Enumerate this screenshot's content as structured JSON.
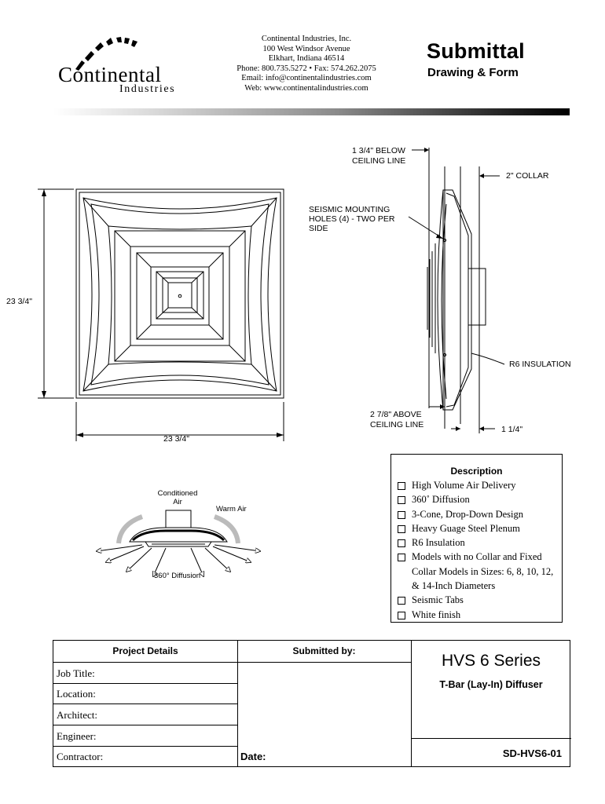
{
  "header": {
    "logo": {
      "name": "Continental",
      "sub": "Industries"
    },
    "company": {
      "name": "Continental Industries, Inc.",
      "street": "100 West Windsor Avenue",
      "city": "Elkhart, Indiana 46514",
      "phone_fax": "Phone: 800.735.5272 • Fax: 574.262.2075",
      "email": "Email: info@continentalindustries.com",
      "web": "Web: www.continentalindustries.com"
    },
    "title": "Submittal",
    "subtitle": "Drawing & Form"
  },
  "drawing": {
    "height_dim": "23 3/4\"",
    "width_dim": "23 3/4\"",
    "below_ceiling_1": "1 3/4\" BELOW",
    "below_ceiling_2": "CEILING LINE",
    "collar": "2\" COLLAR",
    "seismic_1": "SEISMIC MOUNTING",
    "seismic_2": "HOLES (4) - TWO PER",
    "seismic_3": "SIDE",
    "insulation": "R6 INSULATION",
    "above_ceiling_1": "2 7/8\" ABOVE",
    "above_ceiling_2": "CEILING LINE",
    "depth_dim": "1 1/4\""
  },
  "airflow": {
    "conditioned_1": "Conditioned",
    "conditioned_2": "Air",
    "warm": "Warm Air",
    "diffusion": "360° Diffusion"
  },
  "description": {
    "title": "Description",
    "items": [
      "High Volume Air Delivery",
      "360˚ Diffusion",
      "3-Cone, Drop-Down Design",
      "Heavy Guage Steel Plenum",
      "R6 Insulation",
      "Models with no Collar and Fixed Collar Models in Sizes: 6, 8, 10, 12, & 14-Inch Diameters",
      "Seismic Tabs",
      "White finish"
    ]
  },
  "form": {
    "project_details": "Project Details",
    "submitted_by": "Submitted by:",
    "fields": [
      "Job Title:",
      "Location:",
      "Architect:",
      "Engineer:",
      "Contractor:"
    ],
    "date": "Date:",
    "series": "HVS 6 Series",
    "series_sub": "T-Bar (Lay-In) Diffuser",
    "doc_number": "SD-HVS6-01"
  }
}
